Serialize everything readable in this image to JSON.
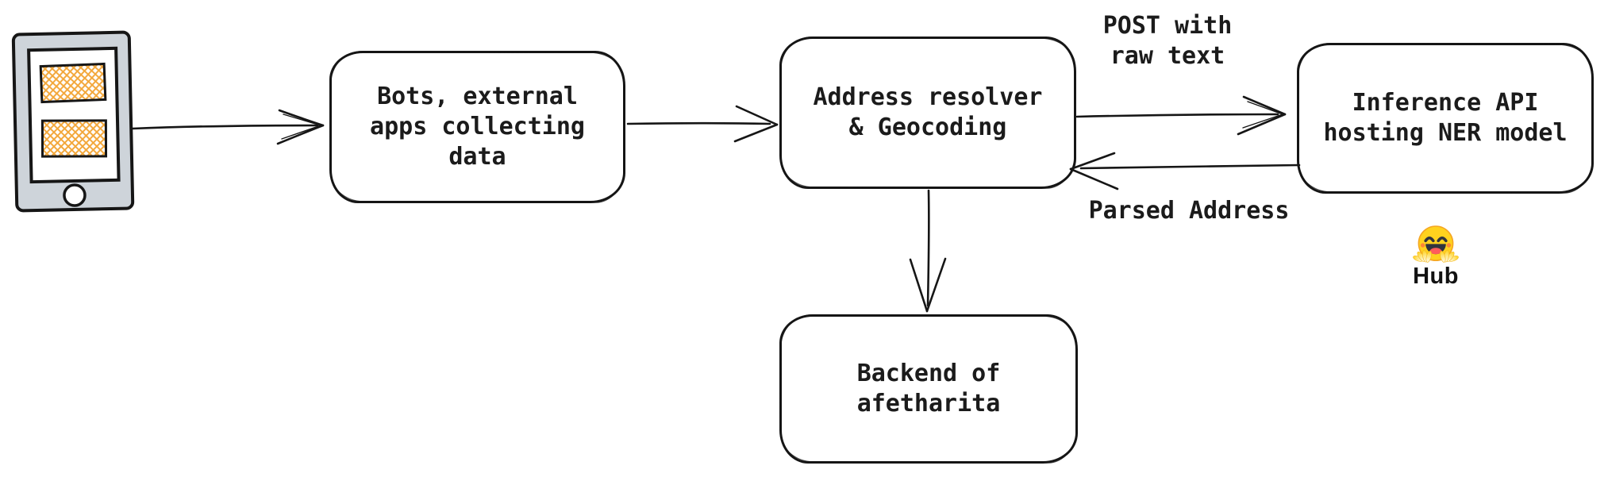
{
  "diagram": {
    "background_color": "#ffffff",
    "stroke_color": "#1b1b1b",
    "nodes": {
      "bots": {
        "label": "Bots, external\napps collecting\ndata"
      },
      "address": {
        "label": "Address resolver\n& Geocoding"
      },
      "inference": {
        "label": "Inference API\nhosting NER model"
      },
      "backend": {
        "label": "Backend of\nafetharita"
      }
    },
    "edge_labels": {
      "post": "POST with\nraw text",
      "parsed": "Parsed Address"
    },
    "edges": [
      {
        "from": "mobile-phone",
        "to": "bots"
      },
      {
        "from": "bots",
        "to": "address"
      },
      {
        "from": "address",
        "to": "inference",
        "label": "POST with raw text"
      },
      {
        "from": "inference",
        "to": "address",
        "label": "Parsed Address"
      },
      {
        "from": "address",
        "to": "backend"
      }
    ],
    "phone_icon": {
      "name": "mobile-phone-icon",
      "body_color": "#ced4da",
      "screen_color": "#ffffff",
      "hatch_color": "#f3a73a"
    },
    "hub": {
      "icon": "hugging-face-icon",
      "caption": "Hub",
      "brand_yellow": "#ffd21e",
      "brand_orange": "#f5a623"
    }
  }
}
